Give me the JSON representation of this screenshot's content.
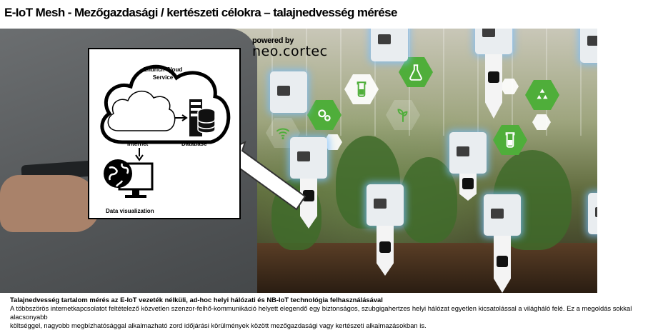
{
  "header": {
    "title": "E-IoT Mesh  - Mezőgazdasági / kertészeti célokra – talajnedvesség mérése"
  },
  "diagram": {
    "cloud_label_line1": "Endrich Cloud",
    "cloud_label_line2": "Service",
    "internet_label": "Internet",
    "database_label": "Database",
    "visualization_label": "Data visualization"
  },
  "branding": {
    "powered_by": "powered by",
    "logo_text": "neo.cortec"
  },
  "caption": {
    "heading": "Talajnedvesség tartalom mérés az E-IoT vezeték nélküli, ad-hoc helyi hálózati és NB-IoT technológia felhasználásával",
    "body_line1": "A többszörös internetkapcsolatot feltételező közvetlen szenzor-felhő-kommunikáció helyett elegendő egy biztonságos, szubgigahertzes helyi hálózat egyetlen kicsatolással a világháló felé. Ez a megoldás sokkal alacsonyabb",
    "body_line2": "költséggel, nagyobb megbízhatósággal alkalmazható zord időjárási körülmények között mezőgazdasági vagy kertészeti alkalmazásokban is."
  },
  "icons": {
    "cloud": "cloud-icon",
    "database": "database-icon",
    "globe_monitor": "globe-monitor-icon",
    "gear": "gears-icon",
    "recycle": "recycle-icon",
    "flask": "flask-icon",
    "beaker": "beaker-icon",
    "wifi": "wifi-icon",
    "seedling": "seedling-icon",
    "sensor_mark": "e-logo-icon"
  },
  "colors": {
    "accent_green": "#4fae3a",
    "sensor_glow": "#78beff"
  }
}
